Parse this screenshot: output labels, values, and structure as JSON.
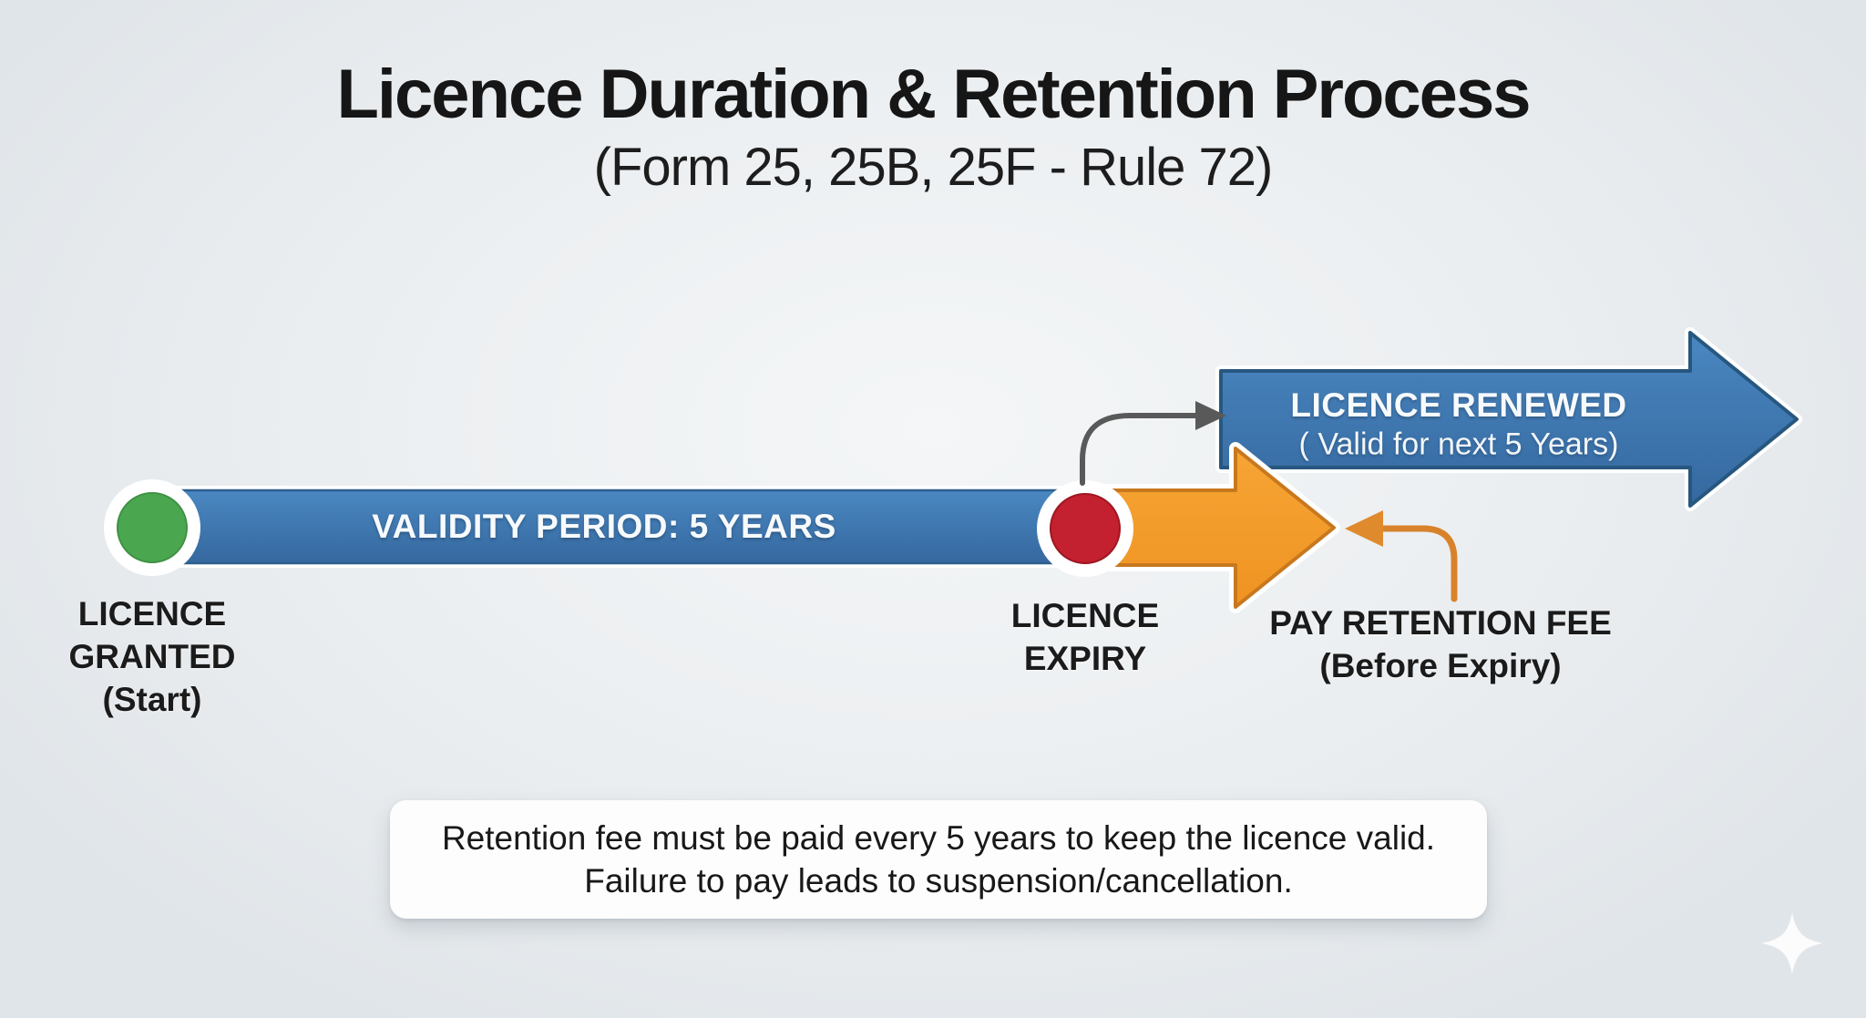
{
  "title": "Licence Duration & Retention Process",
  "subtitle": "(Form 25, 25B, 25F - Rule 72)",
  "timeline": {
    "bar_label": "VALIDITY PERIOD: 5 YEARS",
    "start_label": "LICENCE\nGRANTED\n(Start)",
    "expiry_label": "LICENCE\nEXPIRY"
  },
  "renewed_arrow": {
    "line1": "LICENCE RENEWED",
    "line2": "( Valid for next 5 Years)"
  },
  "retention": {
    "label": "PAY RETENTION FEE\n(Before Expiry)"
  },
  "note": {
    "line1": "Retention fee must be paid every 5 years to keep the licence valid.",
    "line2": "Failure to pay leads to suspension/cancellation."
  },
  "icons": {
    "sparkle": "four-point-star"
  },
  "colors": {
    "background": "#e8edf0",
    "bar_blue": "#3d7ab7",
    "bar_blue_light": "#4a87c1",
    "bar_blue_dark": "#35689f",
    "blue_border": "#27577f",
    "orange_fill": "#f59c2b",
    "orange_border": "#c8781d",
    "orange_thin_arrow": "#d8832c",
    "green_dot": "#4aa74f",
    "red_dot": "#c32030",
    "gray_arrow": "#595959",
    "halo_white": "#ffffff",
    "note_background": "#fdfdfd",
    "text_dark": "#1b1b1b",
    "text_white": "#f7fafc"
  }
}
